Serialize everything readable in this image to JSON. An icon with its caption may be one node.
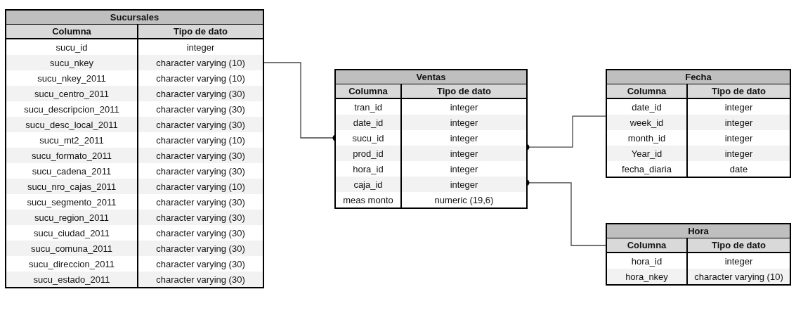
{
  "diagram": {
    "nodes": [
      {
        "text": [
          "Sucursales",
          "Columna",
          "Tipo de dato",
          "sucu_id",
          "integer",
          "sucu_nkey",
          "character varying (10)",
          "sucu_nkey_2011",
          "character varying (10)",
          "sucu_centro_2011",
          "character varying (30)",
          "sucu_descripcion_2011",
          "character varying (30)",
          "sucu_desc_local_2011",
          "character varying (30)",
          "sucu_mt2_2011",
          "character varying (10)",
          "sucu_formato_2011",
          "character varying (30)",
          "sucu_cadena_2011",
          "character varying (30)",
          "sucu_nro_cajas_2011",
          "character varying (10)",
          "sucu_segmento_2011",
          "character varying (30)",
          "sucu_region_2011",
          "character varying (30)",
          "sucu_ciudad_2011",
          "character varying (30)",
          "sucu_comuna_2011",
          "character varying (30)",
          "sucu_direccion_2011",
          "character varying (30)",
          "sucu_estado_2011",
          "character varying (30)"
        ]
      },
      {
        "text": [
          "Ventas",
          "Columna",
          "Tipo de dato",
          "tran_id",
          "integer",
          "date_id",
          "integer",
          "sucu_id",
          "integer",
          "prod_id",
          "integer",
          "hora_id",
          "integer",
          "caja_id",
          "integer",
          "meas monto",
          "numeric (19,6)"
        ]
      },
      {
        "text": [
          "Fecha",
          "Columna",
          "Tipo de dato",
          "date_id",
          "integer",
          "week_id",
          "integer",
          "month_id",
          "integer",
          "Year_id",
          "integer",
          "fecha_diaria",
          "date"
        ]
      },
      {
        "text": [
          "Hora",
          "Columna",
          "Tipo de dato",
          "hora_id",
          "integer",
          "hora_nkey",
          "character varying (10)"
        ]
      }
    ],
    "edges": [
      {
        "from": 0,
        "to": 1,
        "arrow": "other"
      },
      {
        "from": 2,
        "to": 1,
        "arrow": "other"
      },
      {
        "from": 3,
        "to": 1,
        "arrow": "other"
      }
    ]
  }
}
